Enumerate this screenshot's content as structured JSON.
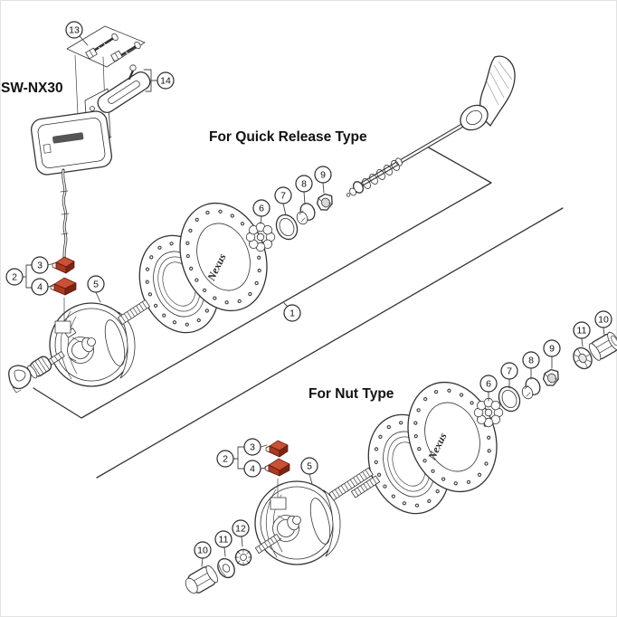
{
  "labels": {
    "model": "SW-NX30",
    "section_quick_release": "For Quick Release Type",
    "section_nut": "For Nut Type",
    "hub_brand": "Nexus"
  },
  "callout_numbers": {
    "n1": "1",
    "n2": "2",
    "n3": "3",
    "n4": "4",
    "n5": "5",
    "n6": "6",
    "n7": "7",
    "n8": "8",
    "n9": "9",
    "n10": "10",
    "n11": "11",
    "n12": "12",
    "n13": "13",
    "n14": "14"
  },
  "colors": {
    "connector_top": "#cb5036",
    "connector_front": "#a93a22",
    "connector_side": "#7c2413",
    "line": "#333333",
    "lever_fill": "#ededed",
    "background": "#ffffff"
  }
}
